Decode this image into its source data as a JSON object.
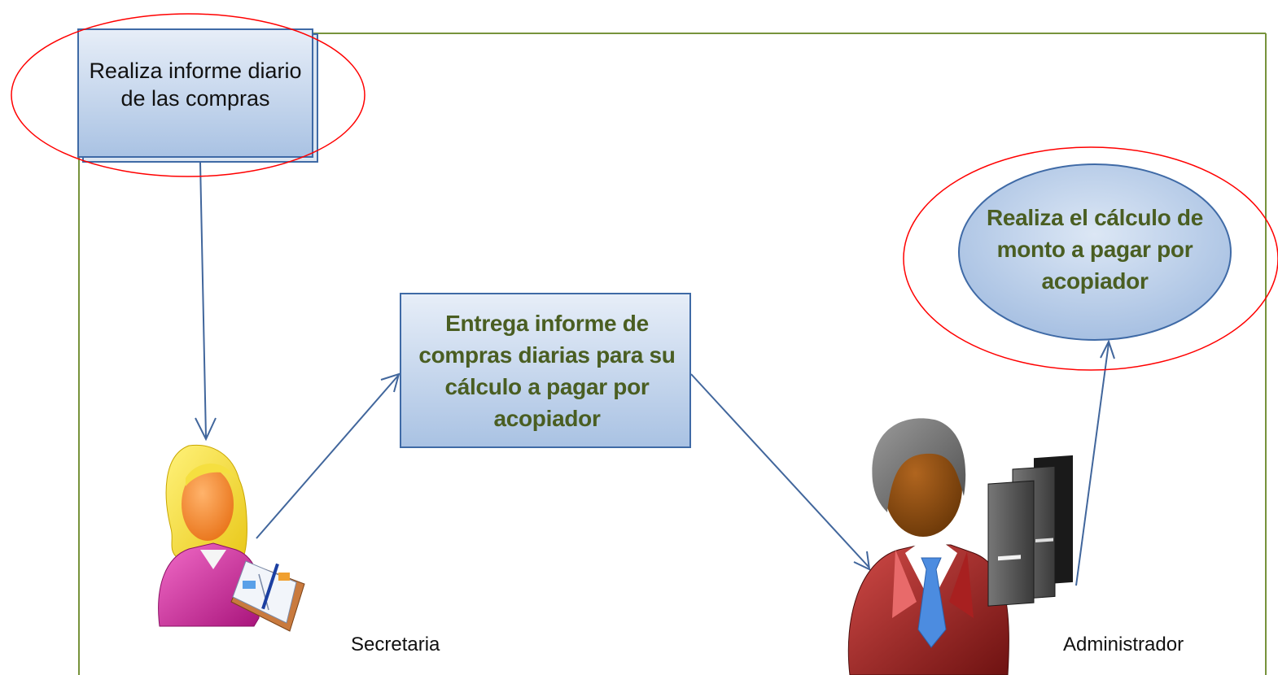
{
  "colors": {
    "frame": "#77933c",
    "highlight": "#ff0000",
    "arrow": "#41669c",
    "box_border": "#3f6aa6",
    "bold_text": "#4a5e22"
  },
  "nodes": {
    "daily_report": "Realiza informe diario de las compras",
    "deliver_report": "Entrega informe de compras diarias para su cálculo a pagar por acopiador",
    "calculate": "Realiza el cálculo de monto a pagar por acopiador"
  },
  "actors": {
    "secretary": {
      "label": "Secretaria",
      "icon": "female-clerk-with-book-icon"
    },
    "administrator": {
      "label": "Administrador",
      "icon": "male-administrator-with-binders-icon"
    }
  }
}
